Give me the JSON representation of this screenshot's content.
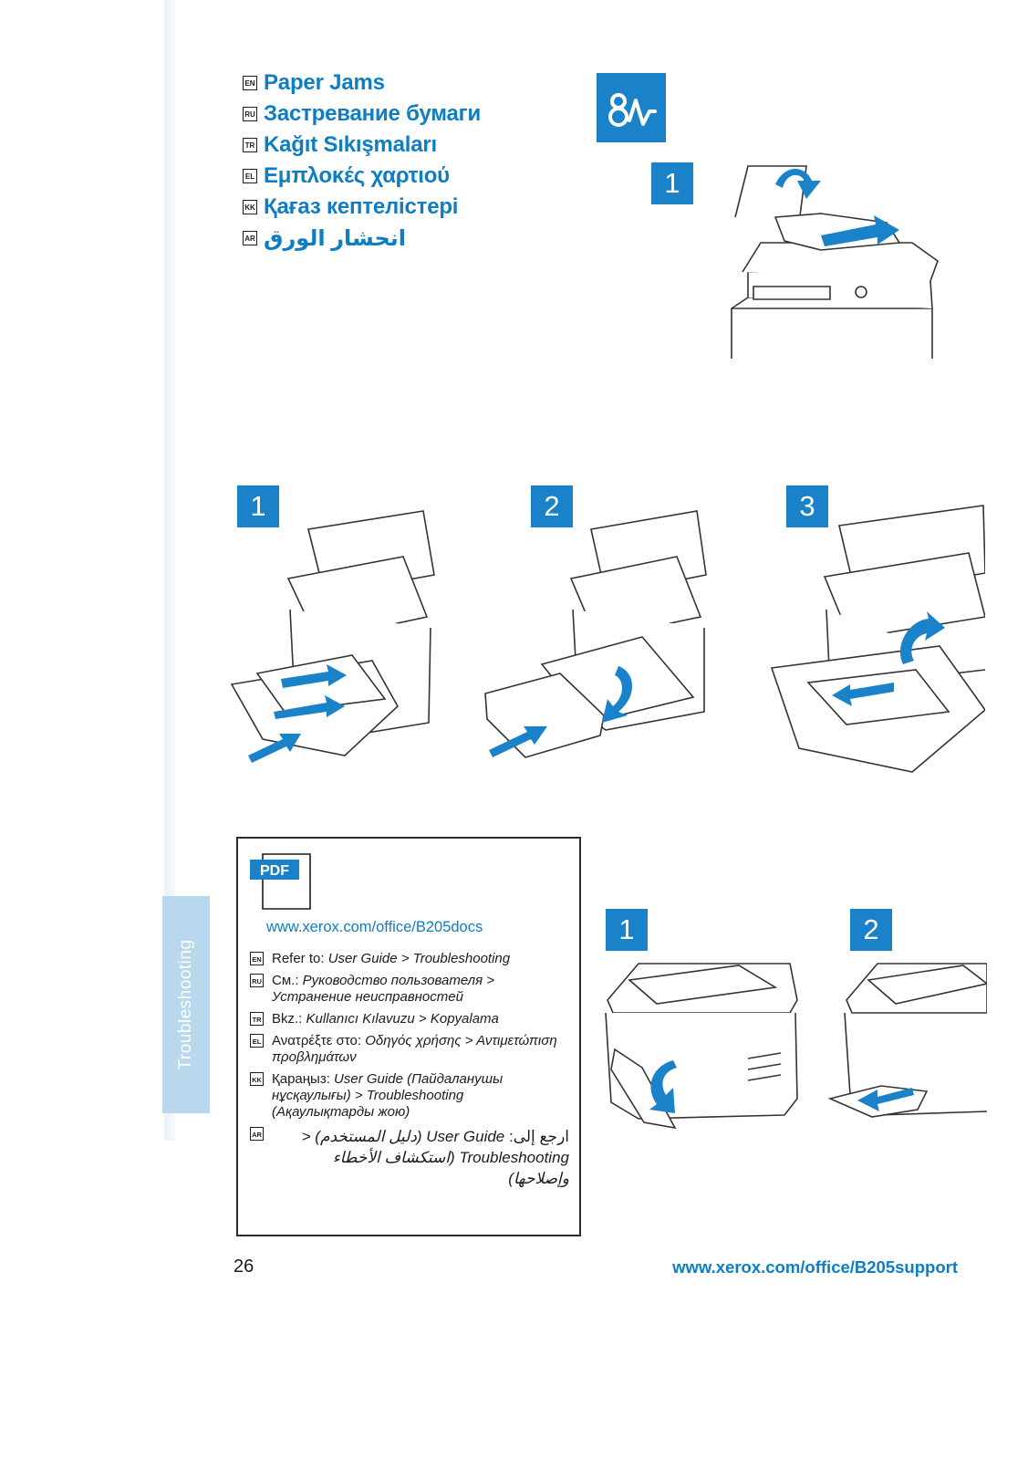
{
  "side_tab": "Troubleshooting",
  "titles": [
    {
      "lang": "EN",
      "text": "Paper Jams"
    },
    {
      "lang": "RU",
      "text": "Застревание бумаги"
    },
    {
      "lang": "TR",
      "text": "Kağıt Sıkışmaları"
    },
    {
      "lang": "EL",
      "text": "Εμπλοκές χαρτιού"
    },
    {
      "lang": "KK",
      "text": "Қағаз кептелістері"
    },
    {
      "lang": "AR",
      "text": "انحشار الورق"
    }
  ],
  "icons": {
    "jam_icon": "paper-jam-icon",
    "pdf_icon": "pdf-document-icon"
  },
  "colors": {
    "accent": "#1a82c9",
    "link": "#0e7ec4",
    "tab": "#b9d8ee"
  },
  "sections": {
    "adf": {
      "steps": [
        "1"
      ]
    },
    "tray": {
      "steps": [
        "1",
        "2",
        "3"
      ]
    },
    "rear": {
      "steps": [
        "1",
        "2"
      ]
    }
  },
  "pdf_box": {
    "icon_label": "PDF",
    "url": "www.xerox.com/office/B205docs",
    "refs": [
      {
        "lang": "EN",
        "lead": "Refer to: ",
        "text": "User Guide > Troubleshooting"
      },
      {
        "lang": "RU",
        "lead": "См.: ",
        "text": "Руководство пользователя > Устранение неисправностей"
      },
      {
        "lang": "TR",
        "lead": "Bkz.: ",
        "text": "Kullanıcı Kılavuzu > Kopyalama"
      },
      {
        "lang": "EL",
        "lead": "Ανατρέξτε στο: ",
        "text": "Οδηγός χρήσης > Αντιμετώπιση προβλημάτων"
      },
      {
        "lang": "KK",
        "lead": "Қараңыз: ",
        "text": "User Guide (Пайдаланушы нұсқаулығы) > Troubleshooting (Ақаулықтарды жою)"
      },
      {
        "lang": "AR",
        "lead": "ارجع إلى: ",
        "text": "User Guide (دليل المستخدم) < Troubleshooting (استكشاف الأخطاء وإصلاحها)"
      }
    ]
  },
  "footer": {
    "page_number": "26",
    "support_url": "www.xerox.com/office/B205support"
  }
}
